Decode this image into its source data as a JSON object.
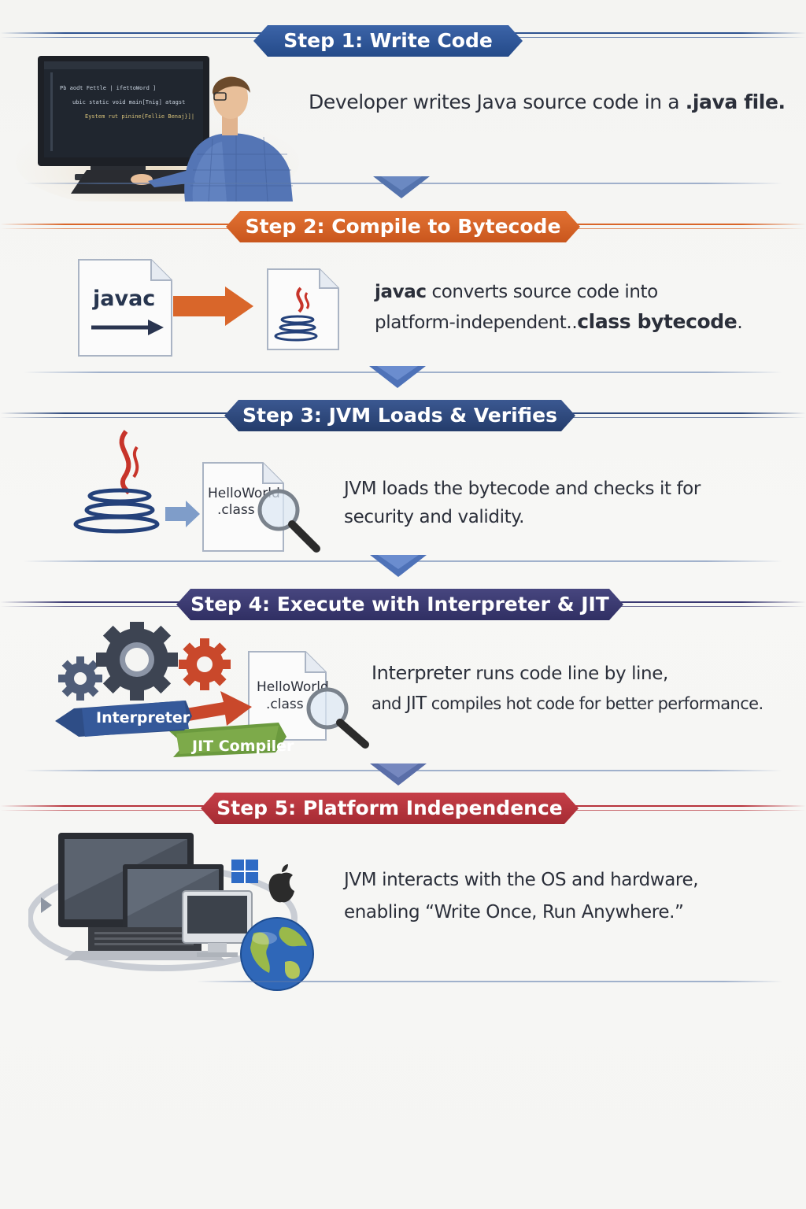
{
  "steps": [
    {
      "title": "Step 1: Write Code",
      "color": "#2f5391",
      "text_pre": "Developer writes Java source code in a ",
      "text_bold": ".java file.",
      "code_lines": [
        "Pb aodt  Fettle  |  ifettoWord  ]",
        "ubic static void main[Tnig] atagst",
        "Eystem rut pinine{Fellie Benaj}]|"
      ]
    },
    {
      "title": "Step 2: Compile to Bytecode",
      "color": "#d9662a",
      "text_bold_lead": "javac",
      "text_line1_rest": " converts source code into",
      "text_line2_pre": "platform-independent..",
      "text_line2_bold": "class bytecode",
      "text_line2_end": ".",
      "javac_label": "javac"
    },
    {
      "title": "Step 3: JVM Loads & Verifies",
      "color": "#2f4a7d",
      "text_line1": "JVM loads the bytecode and checks it for",
      "text_line2": "security and validity.",
      "file_label_1": "HelloWorld",
      "file_label_2": ".class"
    },
    {
      "title": "Step 4: Execute with Interpreter & JIT",
      "color": "#3b3a72",
      "text_line1_bold": "Interpreter",
      "text_line1_rest": " runs code line by line,",
      "text_line2_pre": "and ",
      "text_line2_bold": "JIT",
      "text_line2_rest": " compiles hot code for better performance.",
      "ribbon_interpreter": "Interpreter",
      "ribbon_jit": "JIT Compiler",
      "file_label_1": "HelloWorld",
      "file_label_2": ".class"
    },
    {
      "title": "Step 5: Platform Independence",
      "color": "#b8343c",
      "text_line1": "JVM interacts with the OS and hardware,",
      "text_line2": "enabling “Write Once, Run Anywhere.”"
    }
  ]
}
